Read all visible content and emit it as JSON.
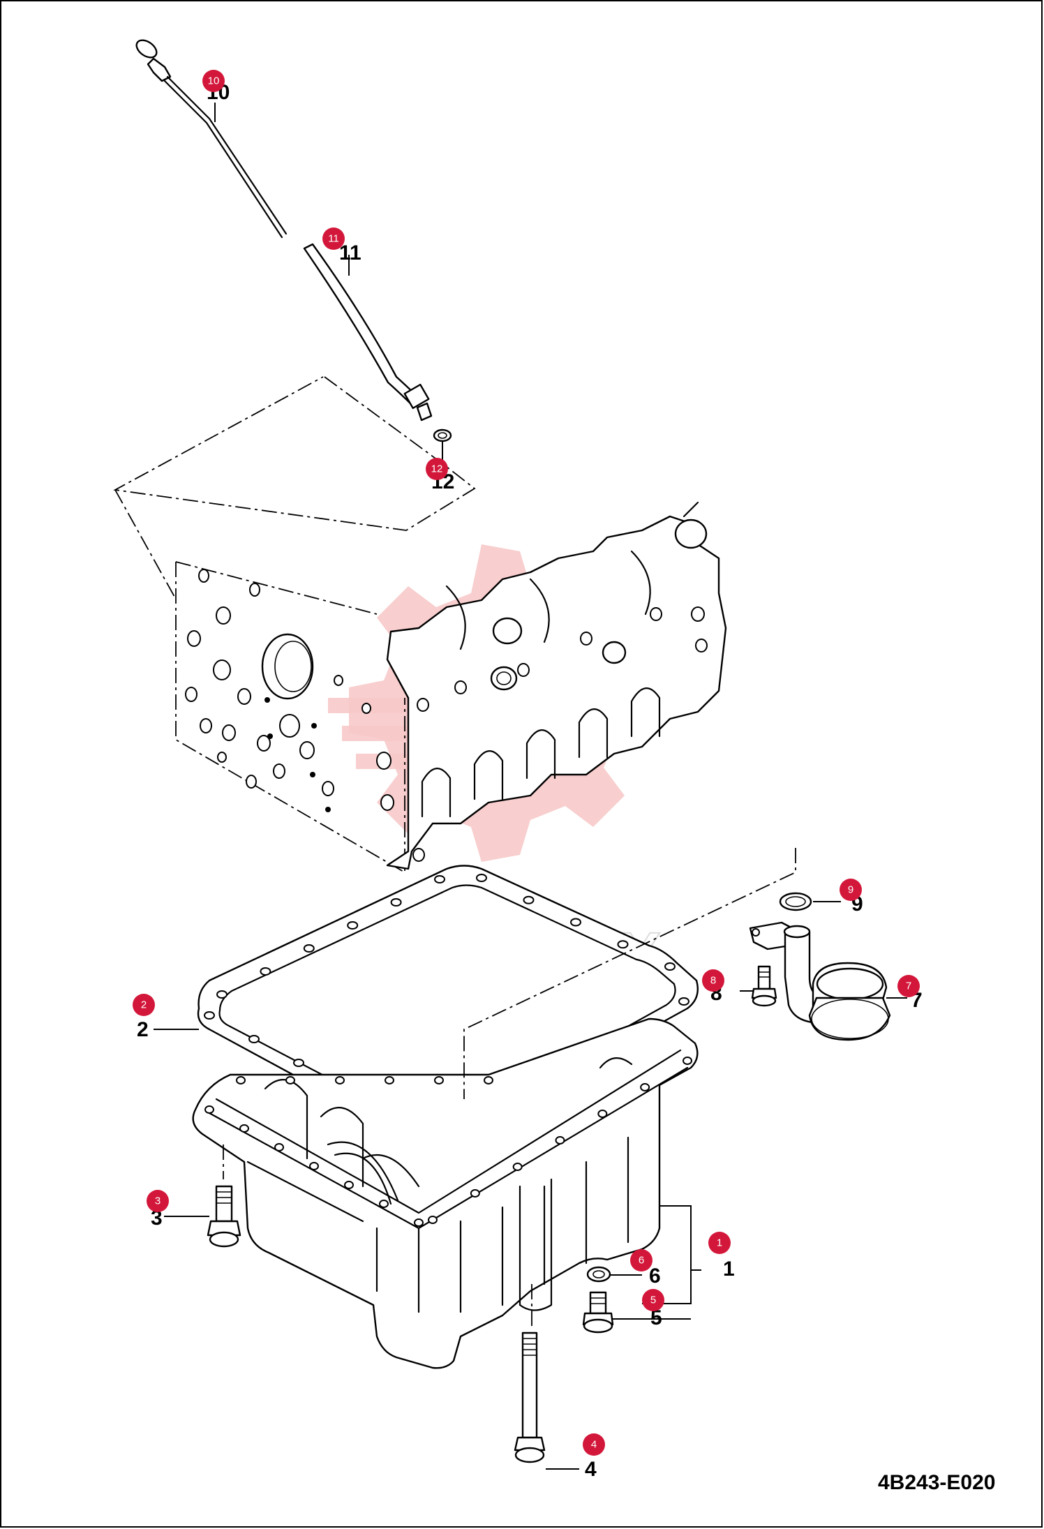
{
  "diagram_code": "4B243-E020",
  "watermark": "JAUTEX",
  "colors": {
    "badge": "#d3173a",
    "line": "#000000",
    "watermark": "#f7c9c9"
  },
  "parts": [
    {
      "id": "1",
      "label": "1",
      "badge": "1"
    },
    {
      "id": "2",
      "label": "2",
      "badge": "2"
    },
    {
      "id": "3",
      "label": "3",
      "badge": "3"
    },
    {
      "id": "4",
      "label": "4",
      "badge": "4"
    },
    {
      "id": "5",
      "label": "5",
      "badge": "5"
    },
    {
      "id": "6",
      "label": "6",
      "badge": "6"
    },
    {
      "id": "7",
      "label": "7",
      "badge": "7"
    },
    {
      "id": "8",
      "label": "8",
      "badge": "8"
    },
    {
      "id": "9",
      "label": "9",
      "badge": "9"
    },
    {
      "id": "10",
      "label": "10",
      "badge": "10"
    },
    {
      "id": "11",
      "label": "11",
      "badge": "11"
    },
    {
      "id": "12",
      "label": "12",
      "badge": "12"
    }
  ]
}
